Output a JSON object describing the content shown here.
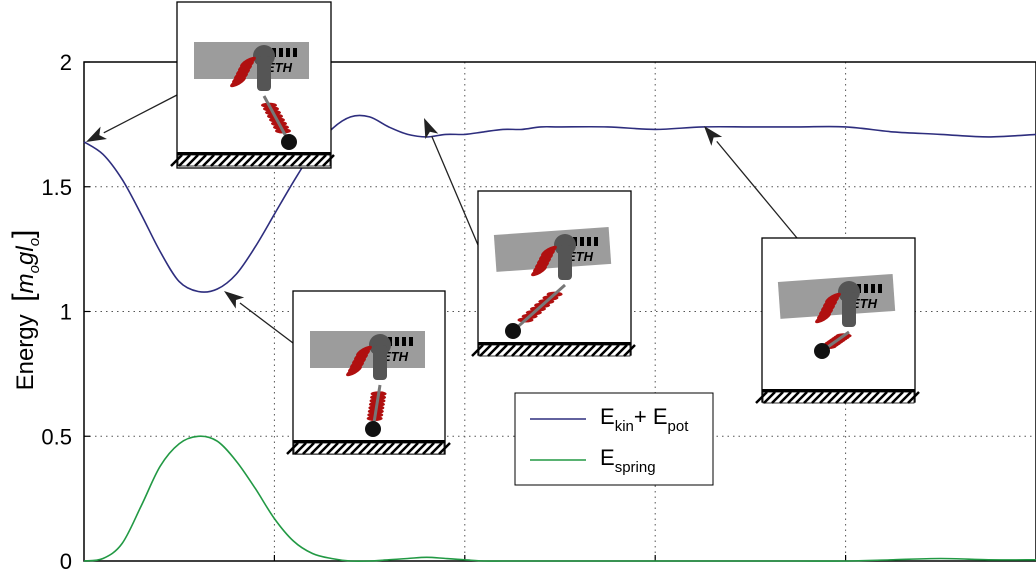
{
  "chart_data": {
    "type": "line",
    "ylabel_main": "Energy",
    "ylabel_unit": "m",
    "ylabel_sub_m": "o",
    "ylabel_g": "g",
    "ylabel_l": "l",
    "ylabel_sub_l": "o",
    "ylim": [
      0,
      2
    ],
    "xlim": [
      0,
      100
    ],
    "grid": true,
    "yticks": [
      {
        "value": 0,
        "label": "0"
      },
      {
        "value": 0.5,
        "label": "0.5"
      },
      {
        "value": 1,
        "label": "1"
      },
      {
        "value": 1.5,
        "label": "1.5"
      },
      {
        "value": 2,
        "label": "2"
      }
    ],
    "xgrid": [
      20,
      40,
      60,
      80
    ],
    "series": [
      {
        "name_main": "E",
        "name_sub": "kin",
        "name_plus": "+ E",
        "name_sub2": "pot",
        "color": "#2e2e7e",
        "x": [
          0,
          2,
          4,
          6,
          8,
          10,
          12,
          14,
          16,
          18,
          20,
          22,
          24,
          26,
          28,
          30,
          32,
          34,
          36,
          38,
          40,
          42,
          44,
          46,
          48,
          50,
          55,
          60,
          65,
          70,
          75,
          80,
          85,
          90,
          95,
          100
        ],
        "y": [
          1.68,
          1.63,
          1.53,
          1.39,
          1.24,
          1.12,
          1.08,
          1.09,
          1.15,
          1.26,
          1.39,
          1.52,
          1.64,
          1.73,
          1.78,
          1.78,
          1.74,
          1.71,
          1.7,
          1.71,
          1.71,
          1.72,
          1.73,
          1.73,
          1.74,
          1.74,
          1.74,
          1.73,
          1.74,
          1.74,
          1.74,
          1.74,
          1.72,
          1.71,
          1.7,
          1.71
        ]
      },
      {
        "name_main": "E",
        "name_sub": "spring",
        "color": "#229944",
        "x": [
          0,
          2,
          4,
          6,
          8,
          10,
          12,
          14,
          16,
          18,
          20,
          22,
          24,
          26,
          28,
          30,
          32,
          34,
          36,
          38,
          40,
          42,
          44,
          46,
          48,
          50,
          55,
          60,
          65,
          70,
          75,
          80,
          85,
          90,
          95,
          100
        ],
        "y": [
          0.0,
          0.01,
          0.07,
          0.22,
          0.38,
          0.47,
          0.5,
          0.48,
          0.4,
          0.29,
          0.17,
          0.08,
          0.03,
          0.01,
          0.0,
          0.0,
          0.005,
          0.01,
          0.015,
          0.01,
          0.005,
          0.0,
          0.0,
          0.0,
          0.0,
          0.0,
          0.0,
          0.0,
          0.0,
          0.0,
          0.0,
          0.0,
          0.005,
          0.01,
          0.005,
          0.005
        ]
      }
    ],
    "annotations": [
      {
        "label": "ETH"
      },
      {
        "label": "ETH"
      },
      {
        "label": "ETH"
      },
      {
        "label": "ETH"
      }
    ]
  }
}
